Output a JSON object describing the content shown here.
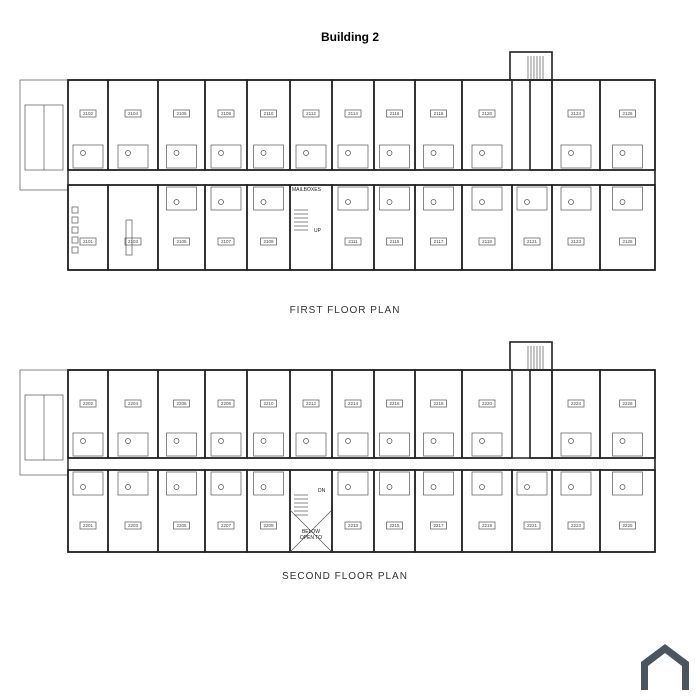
{
  "title": "Building 2",
  "floors": [
    {
      "caption": "FIRST FLOOR PLAN",
      "top_rooms": [
        "2102",
        "2104",
        "2106",
        "2108",
        "2110",
        "2112",
        "2114",
        "2116",
        "2118",
        "2120",
        "2124",
        "2126"
      ],
      "bottom_rooms": [
        "2101",
        "2103",
        "2105",
        "2107",
        "2109",
        "2111",
        "2115",
        "2117",
        "2119",
        "2121",
        "2123",
        "2125"
      ],
      "notes": {
        "mailboxes": "MAILBOXES",
        "stair": "UP"
      }
    },
    {
      "caption": "SECOND FLOOR PLAN",
      "top_rooms": [
        "2202",
        "2204",
        "2206",
        "2208",
        "2210",
        "2212",
        "2214",
        "2216",
        "2218",
        "2220",
        "2224",
        "2226"
      ],
      "bottom_rooms": [
        "2201",
        "2203",
        "2205",
        "2207",
        "2209",
        "2213",
        "2215",
        "2217",
        "2219",
        "2221",
        "2223",
        "2225"
      ],
      "notes": {
        "stair": "DN",
        "open_below": "OPEN TO",
        "open_below2": "BELOW"
      }
    }
  ],
  "logo_icon": "house-outline-icon"
}
